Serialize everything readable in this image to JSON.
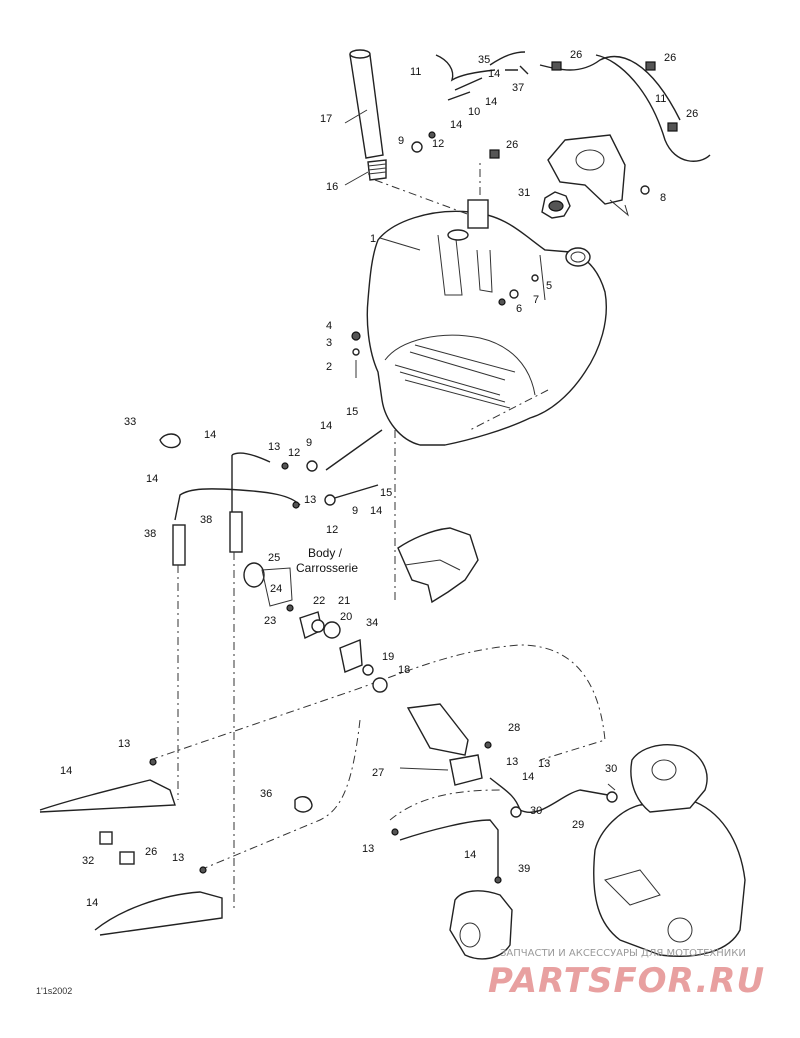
{
  "diagram": {
    "part_labels": [
      "1",
      "2",
      "3",
      "4",
      "5",
      "6",
      "7",
      "8",
      "9",
      "10",
      "11",
      "12",
      "13",
      "14",
      "15",
      "16",
      "17",
      "18",
      "19",
      "20",
      "21",
      "22",
      "23",
      "24",
      "25",
      "26",
      "27",
      "28",
      "29",
      "30",
      "31",
      "32",
      "33",
      "34",
      "35",
      "36",
      "37",
      "38",
      "39"
    ],
    "body_label_line1": "Body /",
    "body_label_line2": "Carrosserie",
    "figure_code": "1'1s2002"
  },
  "watermark": {
    "tagline": "ЗАПЧАСТИ И АКСЕССУАРЫ ДЛЯ МОТОТЕХНИКИ",
    "brand": "PARTSFOR.RU",
    "color": "#e8a0a0"
  }
}
